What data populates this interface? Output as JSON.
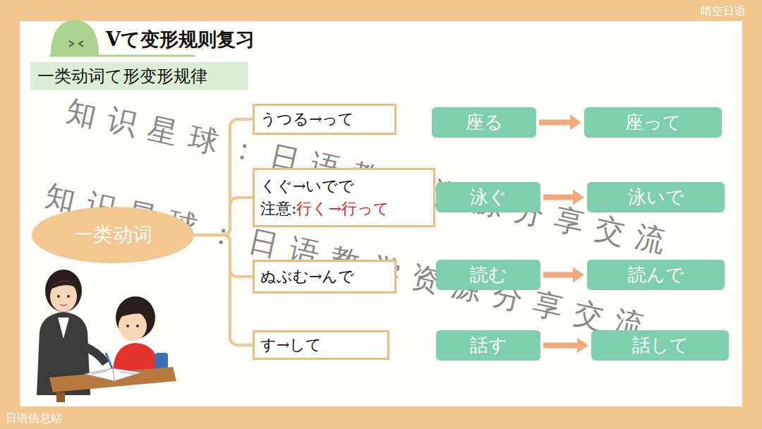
{
  "diagram": {
    "title": "Vて变形规则复习",
    "nodes": [
      {
        "text": [
          "一类动词て形变形规律"
        ]
      },
      {
        "text": [
          "うつる→って"
        ]
      },
      {
        "text": [
          "座る"
        ]
      },
      {
        "text": [
          "座って"
        ]
      },
      {
        "text": [
          "くぐ→いでで",
          "注意:",
          "行く→行って"
        ]
      },
      {
        "text": [
          "泳ぐ"
        ]
      },
      {
        "text": [
          "泳いで"
        ]
      },
      {
        "text": [
          "一类动词"
        ]
      },
      {
        "text": [
          "ぬぶむ→んで"
        ]
      },
      {
        "text": [
          "読む"
        ]
      },
      {
        "text": [
          "読んで"
        ]
      },
      {
        "text": [
          "す→して"
        ]
      },
      {
        "text": [
          "話す"
        ]
      },
      {
        "text": [
          "話して"
        ]
      }
    ],
    "edges": [
      {
        "from": 7,
        "to": 1,
        "arrow": "none"
      },
      {
        "from": 7,
        "to": 4,
        "arrow": "none"
      },
      {
        "from": 7,
        "to": 8,
        "arrow": "none"
      },
      {
        "from": 7,
        "to": 11,
        "arrow": "none"
      },
      {
        "from": 2,
        "to": 3,
        "arrow": "to"
      },
      {
        "from": 5,
        "to": 6,
        "arrow": "to"
      },
      {
        "from": 9,
        "to": 10,
        "arrow": "to"
      },
      {
        "from": 12,
        "to": 13,
        "arrow": "to"
      }
    ],
    "labels": [
      "晴空日语",
      "日语信息站",
      "知识星球：日语教学资源分享交流",
      "知识星球：日语教学资源分享交流"
    ]
  }
}
